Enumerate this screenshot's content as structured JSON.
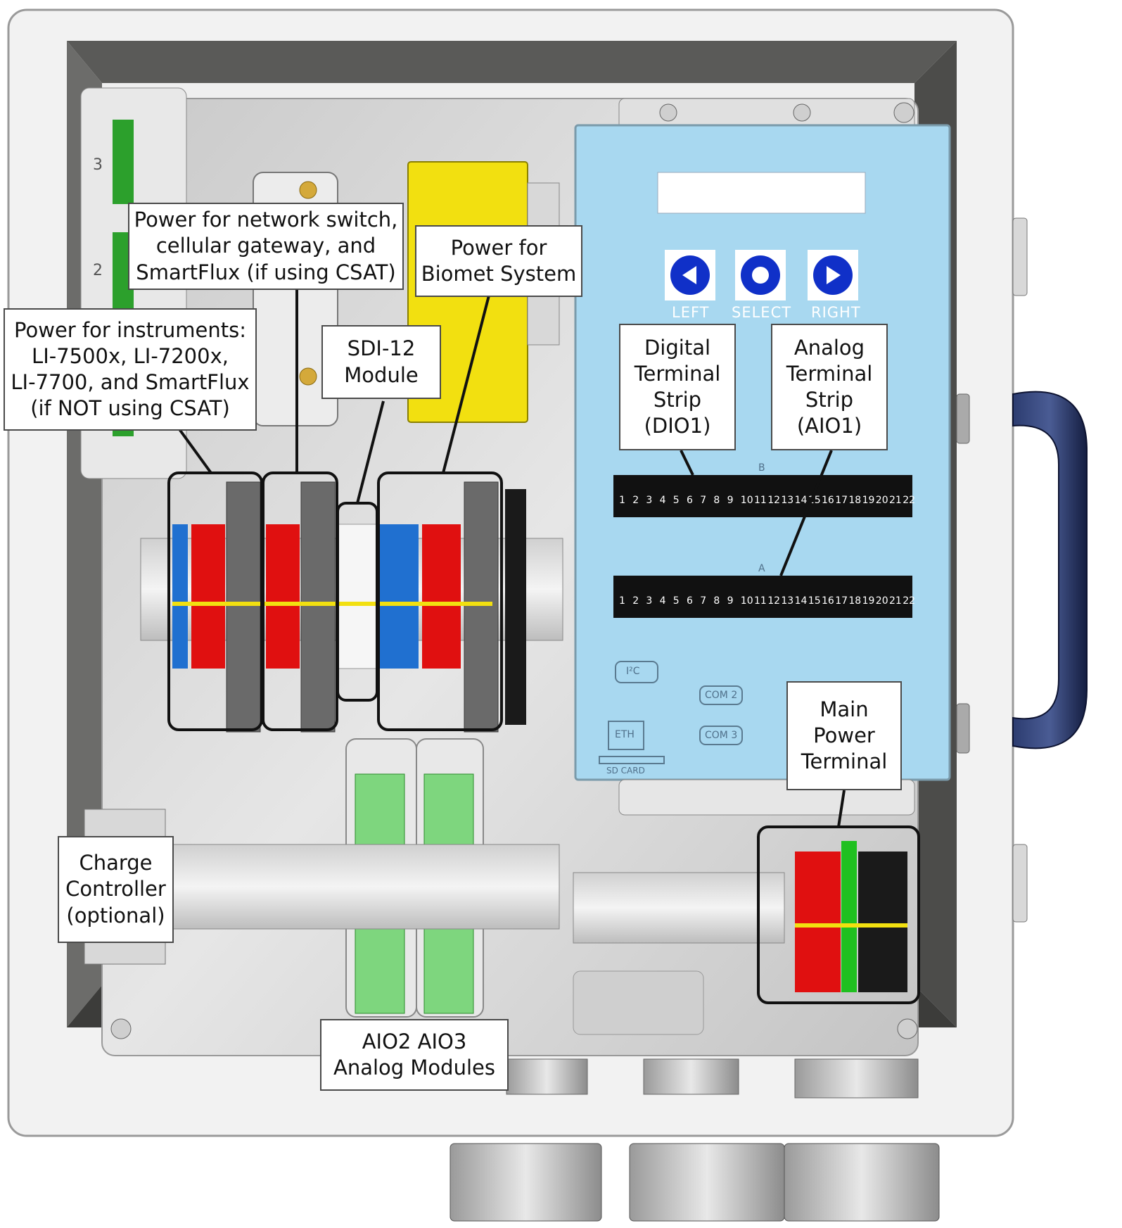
{
  "callouts": {
    "network_power": [
      "Power for network switch,",
      "cellular gateway, and",
      "SmartFlux (if using CSAT)"
    ],
    "biomet_power": [
      "Power for",
      "Biomet System"
    ],
    "instrument_power": [
      "Power for instruments:",
      "LI-7500x, LI-7200x,",
      "LI-7700, and SmartFlux",
      "(if NOT using CSAT)"
    ],
    "sdi12": [
      "SDI-12",
      "Module"
    ],
    "digital_strip": [
      "Digital",
      "Terminal",
      "Strip",
      "(DIO1)"
    ],
    "analog_strip": [
      "Analog",
      "Terminal",
      "Strip",
      "(AIO1)"
    ],
    "main_power": [
      "Main",
      "Power",
      "Terminal"
    ],
    "charge_controller": [
      "Charge",
      "Controller",
      "(optional)"
    ],
    "analog_modules": [
      "AIO2 AIO3",
      "Analog Modules"
    ]
  },
  "logger": {
    "buttons": {
      "left": "LEFT",
      "select": "SELECT",
      "right": "RIGHT"
    },
    "strip_b_letter": "B",
    "strip_a_letter": "A",
    "terminal_numbers": [
      "1",
      "2",
      "3",
      "4",
      "5",
      "6",
      "7",
      "8",
      "9",
      "10",
      "11",
      "12",
      "13",
      "14",
      "15",
      "16",
      "17",
      "18",
      "19",
      "20",
      "21",
      "22"
    ],
    "ports": {
      "i2c": "I²C",
      "com2": "COM 2",
      "com3": "COM 3",
      "eth": "ETH",
      "sd": "SD CARD"
    }
  },
  "module_digits": {
    "three": "3",
    "two": "2"
  },
  "colors": {
    "panel_blue": "#a8d8f0",
    "button_blue": "#1030c8",
    "terminal_red": "#e01010",
    "terminal_blue": "#2070d0",
    "terminal_green": "#20c020",
    "fuse_yellow": "#f2e010",
    "handle_navy": "#1c2a55"
  }
}
